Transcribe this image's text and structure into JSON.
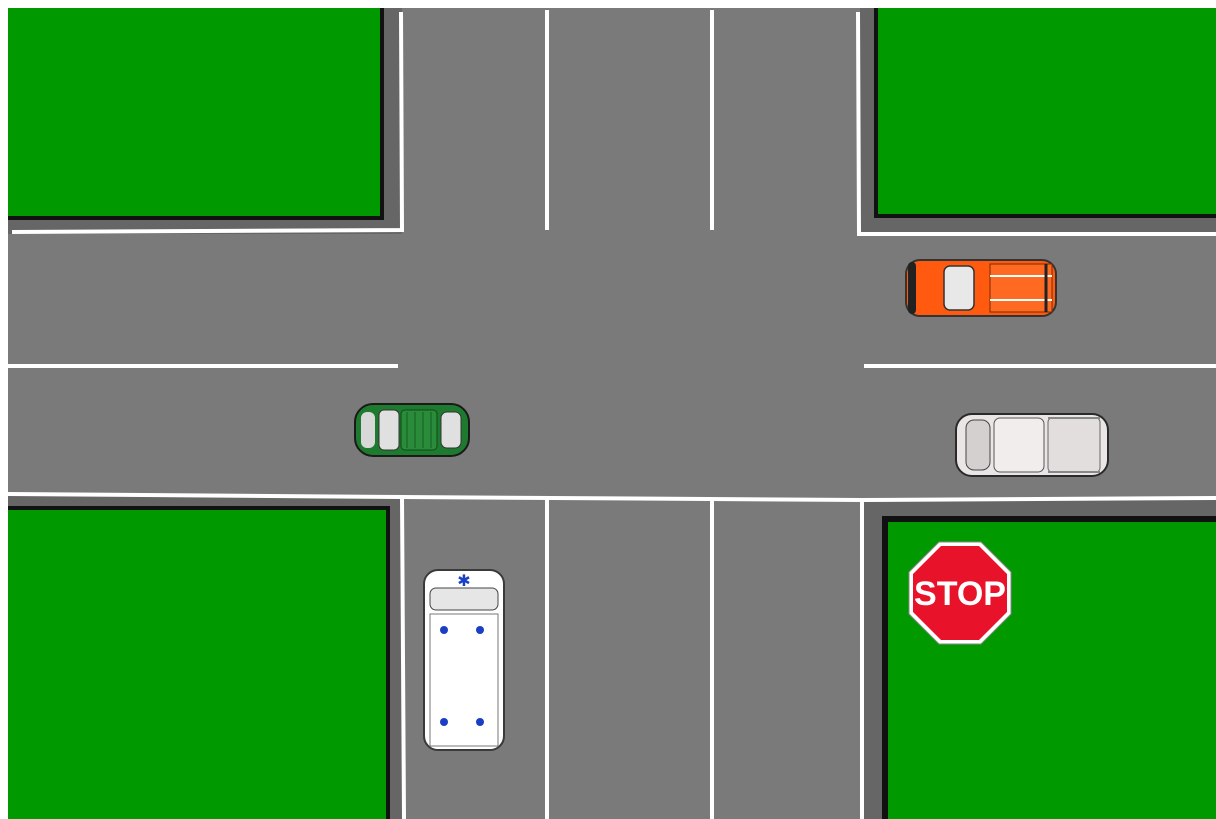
{
  "scene": {
    "description_free": true,
    "colors": {
      "road": "#7a7a7a",
      "grass": "#009900",
      "curb": "#666666",
      "line": "#ffffff",
      "border": "#111111"
    }
  },
  "stop_sign": {
    "label": "STOP",
    "color": "#e8132a",
    "icon": "stop-sign-icon"
  },
  "vehicles": [
    {
      "name": "orange-car",
      "color": "#ff5a10",
      "heading": "left",
      "icon": "car-icon"
    },
    {
      "name": "green-car",
      "color": "#1e7a2e",
      "heading": "right",
      "icon": "car-icon"
    },
    {
      "name": "white-minivan",
      "color": "#eae6e6",
      "heading": "left",
      "icon": "minivan-icon"
    },
    {
      "name": "ambulance",
      "color": "#ffffff",
      "accent": "#1a3fc4",
      "heading": "up",
      "icon": "ambulance-icon"
    }
  ]
}
